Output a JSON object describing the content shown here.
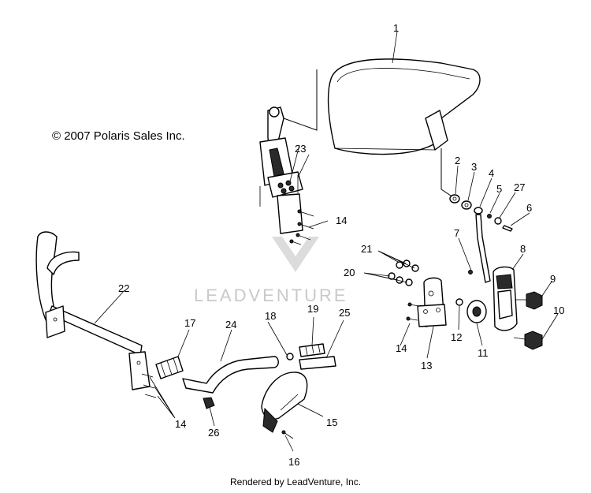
{
  "copyright": "© 2007 Polaris Sales Inc.",
  "watermark": "LEADVENTURE",
  "footer": "Rendered by LeadVenture, Inc.",
  "callouts": [
    "1",
    "2",
    "3",
    "4",
    "5",
    "27",
    "6",
    "7",
    "8",
    "9",
    "10",
    "11",
    "12",
    "13",
    "14",
    "14",
    "14",
    "15",
    "16",
    "17",
    "18",
    "19",
    "20",
    "21",
    "22",
    "23",
    "24",
    "25",
    "26"
  ]
}
